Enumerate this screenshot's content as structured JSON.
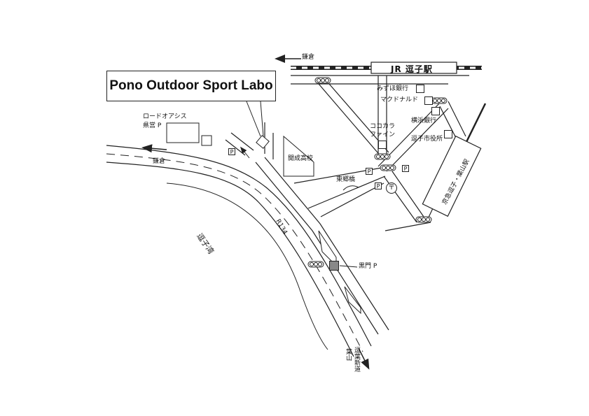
{
  "title": "Pono Outdoor Sport Labo",
  "station": "JR 逗子駅",
  "labels": {
    "kamakura_top": "鎌倉",
    "kamakura_left": "鎌倉",
    "road_oasis": "ロードオアシス",
    "kenei_p": "県営 P",
    "mizuho": "みずほ銀行",
    "mcdonalds": "マクドナルド",
    "yokohama_bank": "横浜銀行",
    "cocokara": "ココカラ",
    "fine": "ファイン",
    "city_hall": "逗子市役所",
    "kaisei": "開成高校",
    "togo_bridge": "東郷橋",
    "kuromon_p": "黒門 P",
    "r134": "R134",
    "zushi_bay": "逗子湾",
    "keikyu": "京急逗子・葉山駅",
    "tunnel_1": "逗葉新道",
    "tunnel_2": "葉山"
  },
  "parking_letter": "P",
  "post_symbol": "〒",
  "colors": {
    "line": "#222222",
    "marker_fill": "#888888"
  }
}
